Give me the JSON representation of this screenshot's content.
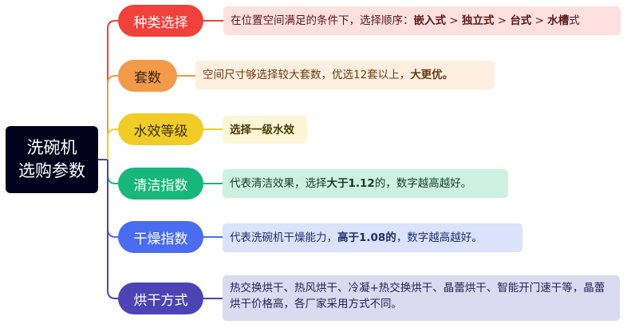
{
  "root": {
    "line1": "洗碗机",
    "line2": "选购参数",
    "bg_color": "#03021c"
  },
  "branches": [
    {
      "label": "种类选择",
      "color": "#f0413b",
      "text_color": "#ffffff",
      "note_bg": "#fde0df",
      "note_text_color": "#5a1a1a",
      "note_parts": [
        {
          "text": "在位置空间满足的条件下，选择顺序：",
          "bold": false
        },
        {
          "text": "嵌入式",
          "bold": true
        },
        {
          "text": " > ",
          "bold": false
        },
        {
          "text": "独立式",
          "bold": true
        },
        {
          "text": " > ",
          "bold": false
        },
        {
          "text": "台式",
          "bold": true
        },
        {
          "text": " > ",
          "bold": false
        },
        {
          "text": "水槽",
          "bold": true
        },
        {
          "text": "式",
          "bold": false
        }
      ]
    },
    {
      "label": "套数",
      "color": "#f29a4a",
      "text_color": "#3a2414",
      "note_bg": "#fdeedf",
      "note_text_color": "#6b3c12",
      "note_parts": [
        {
          "text": "空间尺寸够选择较大套数，优选12套以上，",
          "bold": false
        },
        {
          "text": "大更优。",
          "bold": true
        }
      ]
    },
    {
      "label": "水效等级",
      "color": "#f1cc27",
      "text_color": "#3b3207",
      "note_bg": "#fdf6d6",
      "note_text_color": "#4a3b05",
      "note_parts": [
        {
          "text": "选择一级水效",
          "bold": true
        }
      ]
    },
    {
      "label": "清洁指数",
      "color": "#18b67a",
      "text_color": "#ffffff",
      "note_bg": "#cdf0e2",
      "note_text_color": "#153b2c",
      "note_parts": [
        {
          "text": "代表清洁效果，选择",
          "bold": false
        },
        {
          "text": "大于1.12",
          "bold": true
        },
        {
          "text": "的，数字越高越好。",
          "bold": false
        }
      ]
    },
    {
      "label": "干燥指数",
      "color": "#4b6cf0",
      "text_color": "#ffffff",
      "note_bg": "#dbe2fb",
      "note_text_color": "#1e2e6e",
      "note_parts": [
        {
          "text": "代表洗碗机干燥能力，",
          "bold": false
        },
        {
          "text": "高于1.08的",
          "bold": true
        },
        {
          "text": "，数字越高越好。",
          "bold": false
        }
      ]
    },
    {
      "label": "烘干方式",
      "color": "#4c44b5",
      "text_color": "#ffffff",
      "note_bg": "#dcdaf1",
      "note_text_color": "#262255",
      "note_parts": [
        {
          "text": "热交换烘干、热风烘干、冷凝+热交换烘干、晶蕾烘干、智能开门速干等，晶蕾烘干价格高，各厂家采用方式不同。",
          "bold": false
        }
      ]
    }
  ]
}
